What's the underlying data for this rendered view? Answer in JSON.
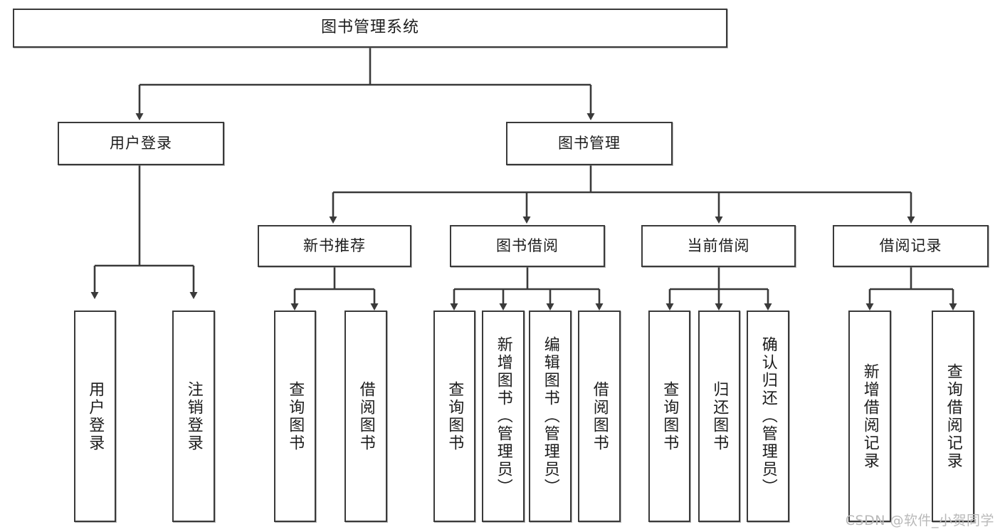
{
  "diagram": {
    "type": "tree-hierarchy",
    "title": "图书管理系统",
    "orientation": "top-down",
    "colors": {
      "background": "#ffffff",
      "box_border": "#3a3a3a",
      "box_fill": "#ffffff",
      "connector": "#3a3a3a",
      "text": "#1c1c1c",
      "watermark": "#b9b9b9"
    },
    "root": {
      "label": "图书管理系统"
    },
    "level2": [
      {
        "label": "用户登录"
      },
      {
        "label": "图书管理"
      }
    ],
    "level3": [
      {
        "label": "新书推荐"
      },
      {
        "label": "图书借阅"
      },
      {
        "label": "当前借阅"
      },
      {
        "label": "借阅记录"
      }
    ],
    "leaves_user_login": [
      {
        "label": "用户登录"
      },
      {
        "label": "注销登录"
      }
    ],
    "leaves_new_book": [
      {
        "label": "查询图书"
      },
      {
        "label": "借阅图书"
      }
    ],
    "leaves_borrow": [
      {
        "label": "查询图书"
      },
      {
        "label": "新增图书（管理员）"
      },
      {
        "label": "编辑图书（管理员）"
      },
      {
        "label": "借阅图书"
      }
    ],
    "leaves_current": [
      {
        "label": "查询图书"
      },
      {
        "label": "归还图书"
      },
      {
        "label": "确认归还（管理员）"
      }
    ],
    "leaves_records": [
      {
        "label": "新增借阅记录"
      },
      {
        "label": "查询借阅记录"
      }
    ]
  },
  "watermark": {
    "text": "CSDN @软件_小贺同学"
  }
}
